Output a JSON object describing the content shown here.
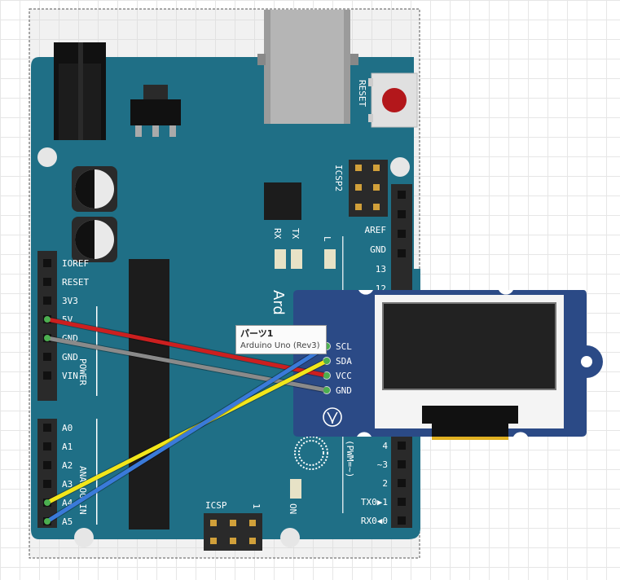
{
  "board": {
    "reset_label": "RESET",
    "icsp2_label": "ICSP2",
    "icsp_label": "ICSP",
    "icsp_pin_label": "1",
    "rx_label": "RX",
    "tx_label": "TX",
    "l_label": "L",
    "on_label": "ON",
    "brand_partial": "Ard",
    "digital_partial": "(PWM=~)",
    "power_group_label": "POWER",
    "analog_group_label": "ANALOG IN",
    "right_header_labels": [
      "AREF",
      "GND",
      "13",
      "12"
    ],
    "right_lower_labels": [
      "4",
      "~3",
      "2",
      "TX0▶1",
      "RX0◀0"
    ],
    "power_pins": [
      "IOREF",
      "RESET",
      "3V3",
      "5V",
      "GND",
      "GND",
      "VIN"
    ],
    "analog_pins": [
      "A0",
      "A1",
      "A2",
      "A3",
      "A4",
      "A5"
    ]
  },
  "oled": {
    "pins": [
      "SCL",
      "SDA",
      "VCC",
      "GND"
    ]
  },
  "wires": [
    {
      "from": "5V",
      "to": "VCC",
      "color": "#cc1f1f"
    },
    {
      "from": "GND",
      "to": "GND",
      "color": "#8a8a8a"
    },
    {
      "from": "A4",
      "to": "SDA",
      "color": "#f2e61a"
    },
    {
      "from": "A5",
      "to": "SCL",
      "color": "#3a7ad9"
    }
  ],
  "tooltip": {
    "title": "パーツ1",
    "subtitle": "Arduino Uno (Rev3)"
  },
  "colors": {
    "board": "#1f6f86",
    "oled_pcb": "#2b4a86",
    "grid": "#e6e6e6"
  }
}
